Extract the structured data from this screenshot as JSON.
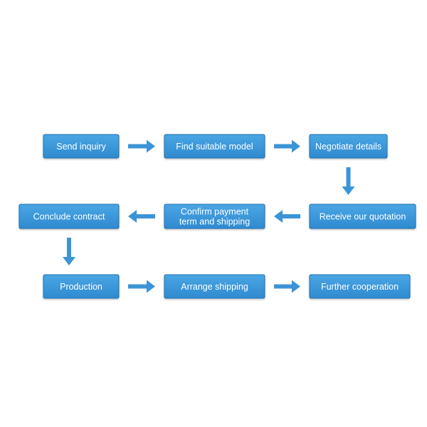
{
  "colors": {
    "box_fill_top": "#4aa6e3",
    "box_fill_bottom": "#2f8ad0",
    "box_border": "#1d6fb3",
    "arrow": "#3b94d6",
    "background": "#ffffff",
    "text": "#ffffff"
  },
  "steps": [
    {
      "id": "send",
      "lines": [
        "Send inquiry"
      ]
    },
    {
      "id": "find",
      "lines": [
        "Find suitable model"
      ]
    },
    {
      "id": "negotiate",
      "lines": [
        "Negotiate details"
      ]
    },
    {
      "id": "quotation",
      "lines": [
        "Receive our quotation"
      ]
    },
    {
      "id": "confirm",
      "lines": [
        "Confirm payment",
        "term and shipping"
      ]
    },
    {
      "id": "contract",
      "lines": [
        "Conclude contract"
      ]
    },
    {
      "id": "production",
      "lines": [
        "Production"
      ]
    },
    {
      "id": "arrange",
      "lines": [
        "Arrange shipping"
      ]
    },
    {
      "id": "cooperation",
      "lines": [
        "Further cooperation"
      ]
    }
  ],
  "connections": [
    {
      "from": "send",
      "to": "find"
    },
    {
      "from": "find",
      "to": "negotiate"
    },
    {
      "from": "negotiate",
      "to": "quotation"
    },
    {
      "from": "quotation",
      "to": "confirm"
    },
    {
      "from": "confirm",
      "to": "contract"
    },
    {
      "from": "contract",
      "to": "production"
    },
    {
      "from": "production",
      "to": "arrange"
    },
    {
      "from": "arrange",
      "to": "cooperation"
    }
  ]
}
